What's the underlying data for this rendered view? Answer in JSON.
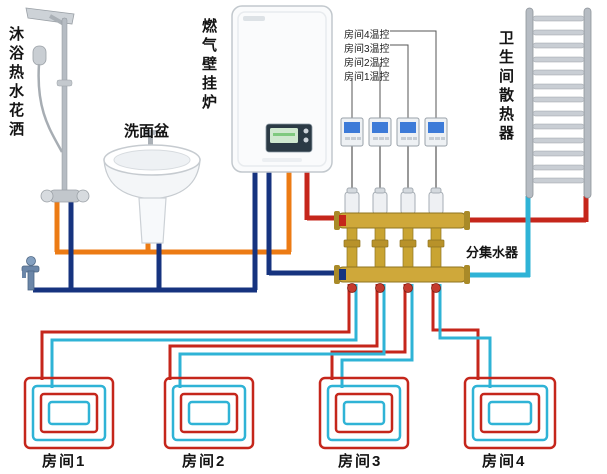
{
  "diagram": {
    "labels": {
      "shower": "沐浴热水花洒",
      "basin": "洗面盆",
      "boiler": "燃气壁挂炉",
      "radiator": "卫生间散热器",
      "manifold": "分集水器",
      "thermostats": [
        "房间4温控",
        "房间3温控",
        "房间2温控",
        "房间1温控"
      ],
      "rooms": [
        "房间1",
        "房间2",
        "房间3",
        "房间4"
      ]
    },
    "colors": {
      "hot_water": "#ec7b14",
      "cold_water": "#16337f",
      "heating_supply": "#c5261b",
      "heating_return": "#2fb3d6",
      "brass": "#cfa83a",
      "metal": "#b6bcc3"
    }
  }
}
